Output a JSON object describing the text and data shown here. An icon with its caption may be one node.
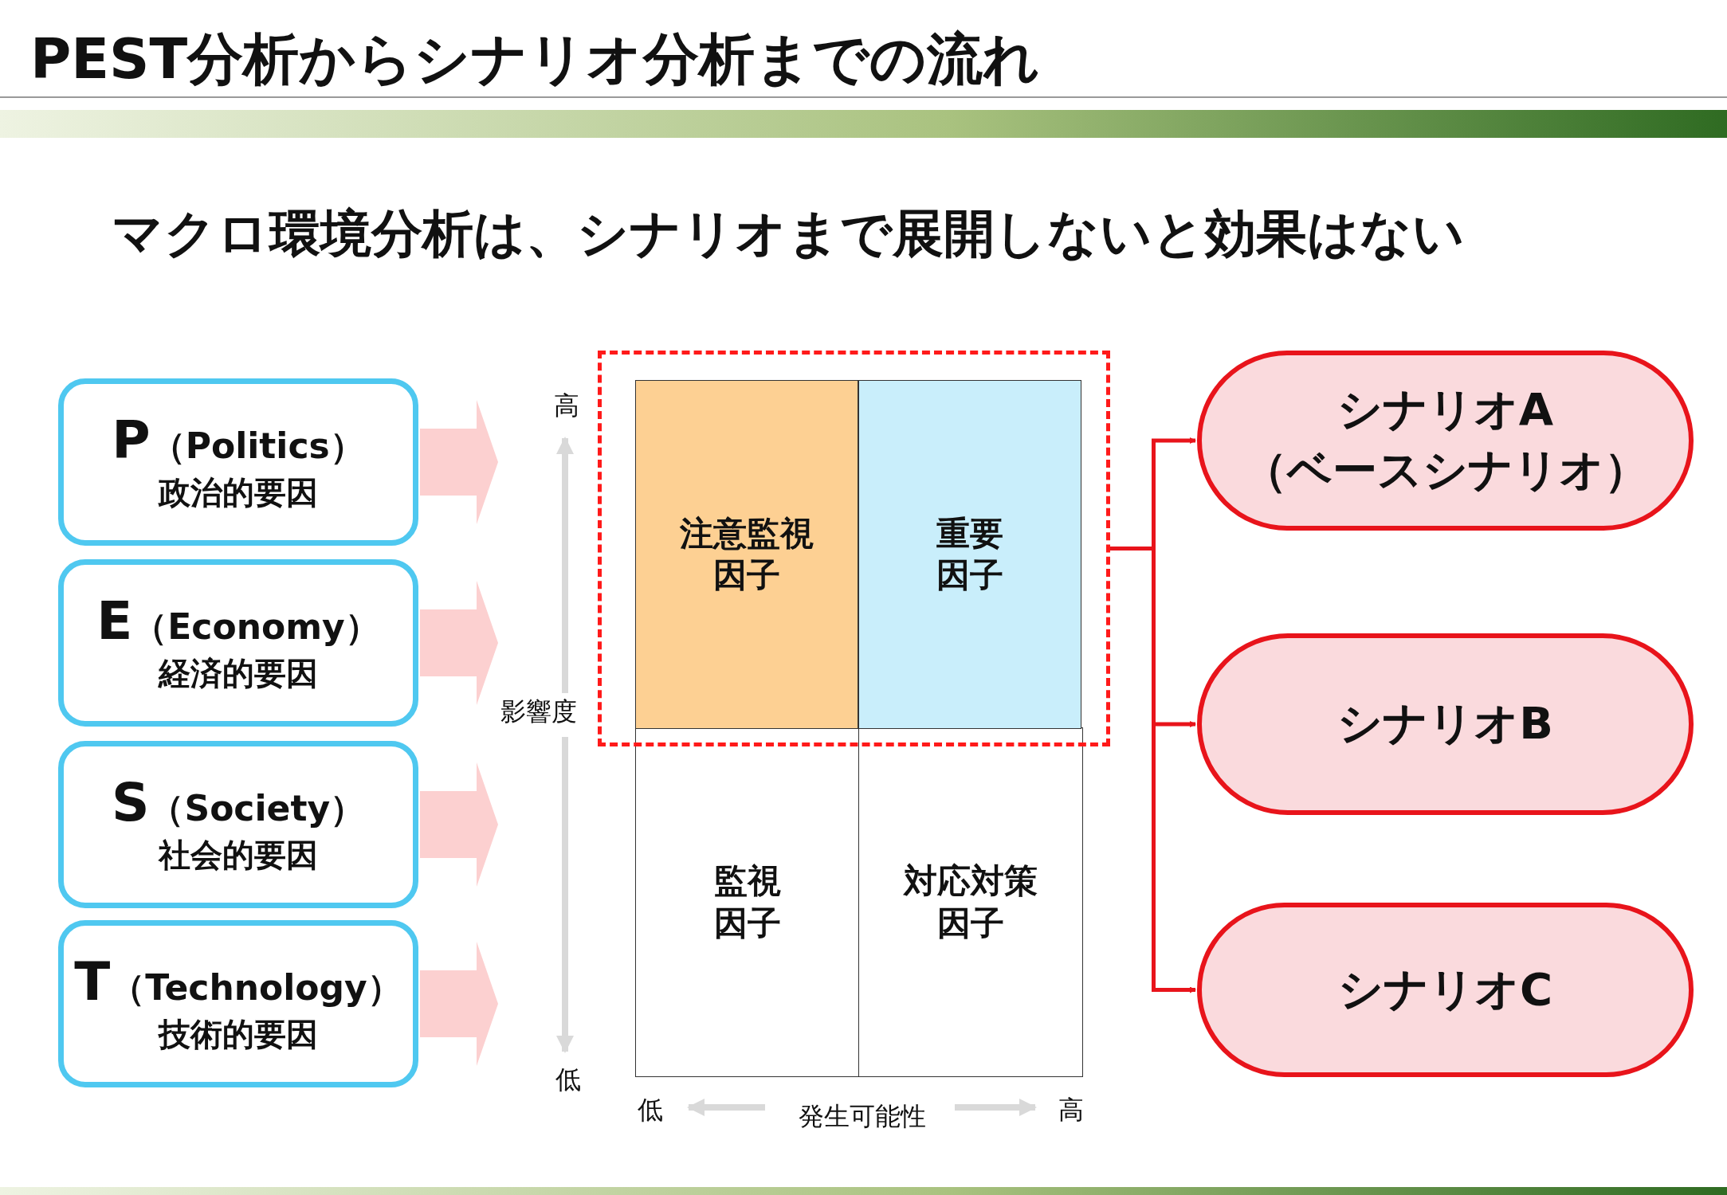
{
  "diagram": {
    "title": "PEST分析からシナリオ分析までの流れ",
    "nodes": [
      {
        "text": [
          "P",
          "（Politics）",
          "政治的要因"
        ]
      },
      {
        "text": [
          "E",
          "（Economy）",
          "経済的要因"
        ]
      },
      {
        "text": [
          "S",
          "（Society）",
          "社会的要因"
        ]
      },
      {
        "text": [
          "T",
          "（Technology）",
          "技術的要因"
        ]
      },
      {
        "text": [],
        "shape": "box"
      },
      {
        "text": [
          "注意監視因子"
        ],
        "in": 4
      },
      {
        "text": [
          "重要因子"
        ],
        "in": 4
      },
      {
        "text": [
          "監視因子"
        ]
      },
      {
        "text": [
          "対応対策因子"
        ]
      },
      {
        "text": [
          "シナリオA",
          "（ベースシナリオ）"
        ]
      },
      {
        "text": [
          "シナリオB"
        ]
      },
      {
        "text": [
          "シナリオC"
        ]
      }
    ],
    "edges": [
      {
        "from": 0,
        "to": null,
        "arrow": "to",
        "style": "thick",
        "color": "#fcd0d0"
      },
      {
        "from": 1,
        "to": null,
        "arrow": "to",
        "style": "thick",
        "color": "#fcd0d0"
      },
      {
        "from": 2,
        "to": null,
        "arrow": "to",
        "style": "thick",
        "color": "#fcd0d0"
      },
      {
        "from": 3,
        "to": null,
        "arrow": "to",
        "style": "thick",
        "color": "#fcd0d0"
      },
      {
        "from": 4,
        "to": 9,
        "arrow": "to"
      },
      {
        "from": 4,
        "to": 10,
        "arrow": "to"
      },
      {
        "from": 4,
        "to": 11,
        "arrow": "to"
      }
    ],
    "labels": [
      "マクロ環境分析は、シナリオまで展開しないと効果はない",
      "高",
      "影響度",
      "低",
      "低",
      "発生可能性",
      "高"
    ]
  }
}
